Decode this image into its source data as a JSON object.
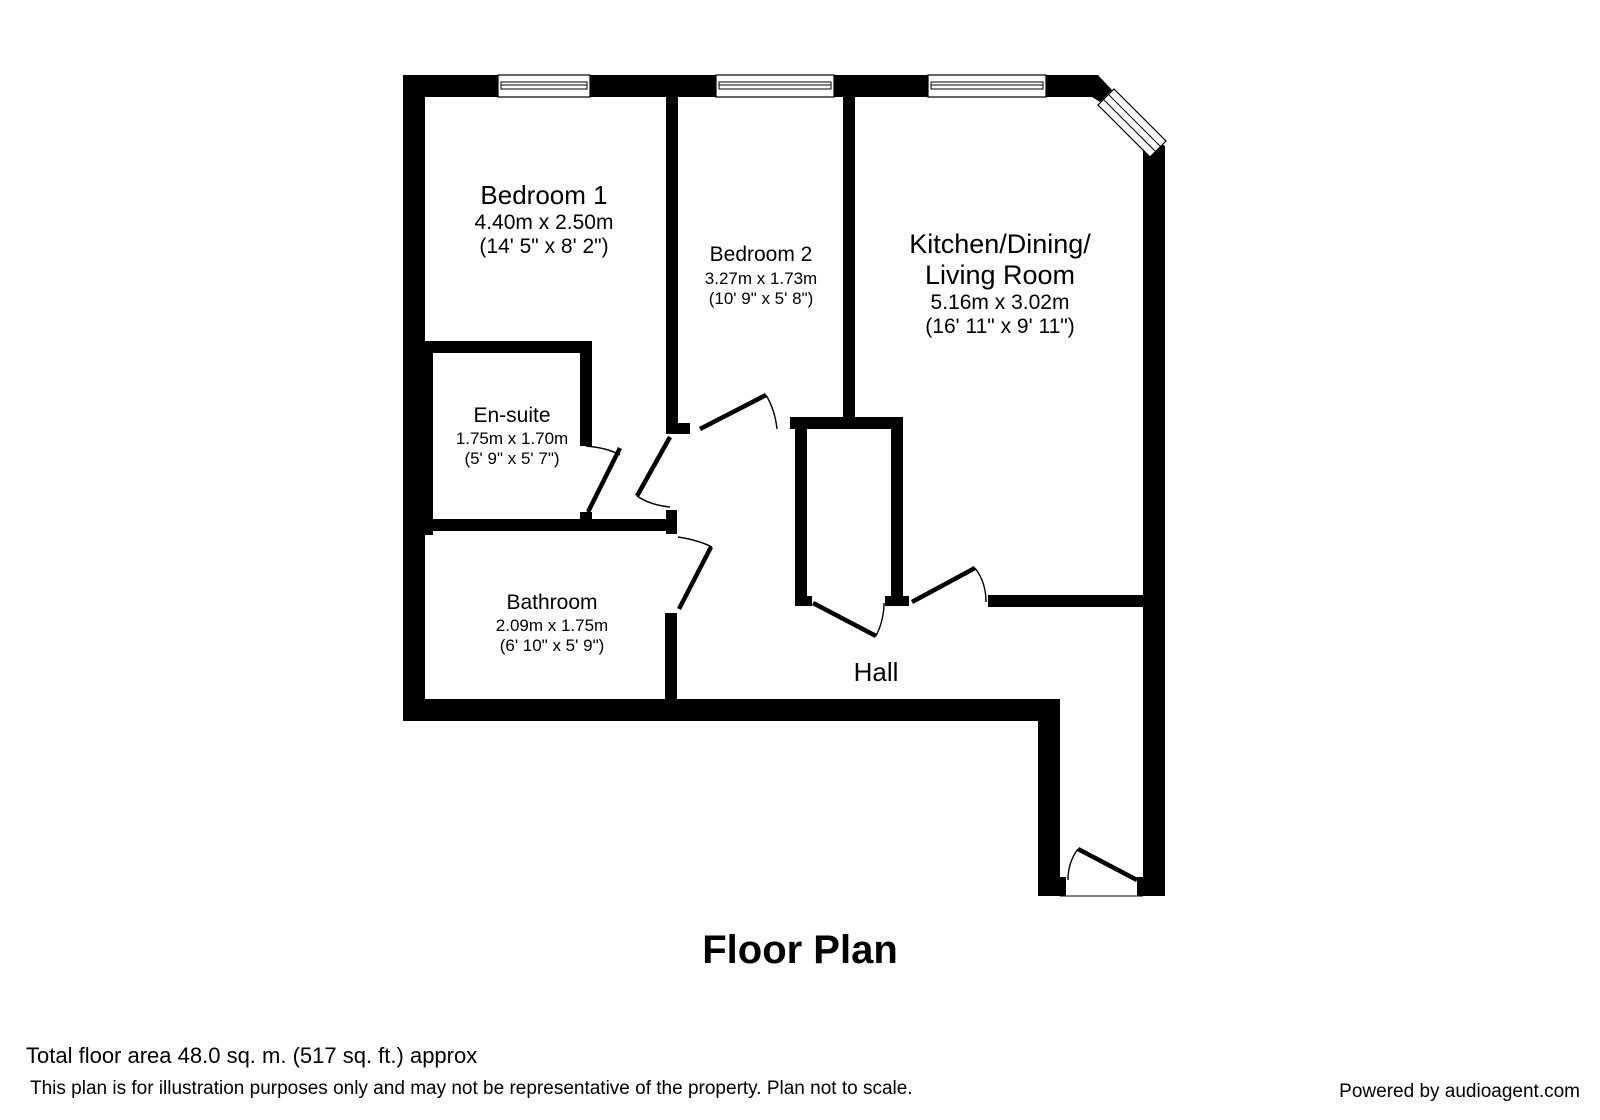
{
  "plan": {
    "title": "Floor Plan",
    "rooms": [
      {
        "id": "bedroom-1",
        "name": "Bedroom 1",
        "metric": "4.40m x 2.50m",
        "imperial": "(14' 5\" x 8' 2\")"
      },
      {
        "id": "bedroom-2",
        "name": "Bedroom 2",
        "metric": "3.27m x 1.73m",
        "imperial": "(10' 9\" x 5' 8\")"
      },
      {
        "id": "kitchen-dining-living",
        "name_line1": "Kitchen/Dining/",
        "name_line2": "Living Room",
        "metric": "5.16m x 3.02m",
        "imperial": "(16' 11\" x 9' 11\")"
      },
      {
        "id": "en-suite",
        "name": "En-suite",
        "metric": "1.75m x 1.70m",
        "imperial": "(5' 9\" x 5' 7\")"
      },
      {
        "id": "bathroom",
        "name": "Bathroom",
        "metric": "2.09m x 1.75m",
        "imperial": "(6' 10\" x 5' 9\")"
      },
      {
        "id": "hall",
        "name": "Hall"
      }
    ],
    "icons": [
      "wall",
      "window-icon",
      "door-icon"
    ],
    "colors": {
      "wall": "#000000",
      "background": "#ffffff"
    }
  },
  "footer": {
    "total_area": "Total floor area 48.0 sq. m. (517 sq. ft.) approx",
    "disclaimer": "This plan is for illustration purposes only and may not be representative of the property. Plan not to scale.",
    "powered_by": "Powered by audioagent.com"
  }
}
